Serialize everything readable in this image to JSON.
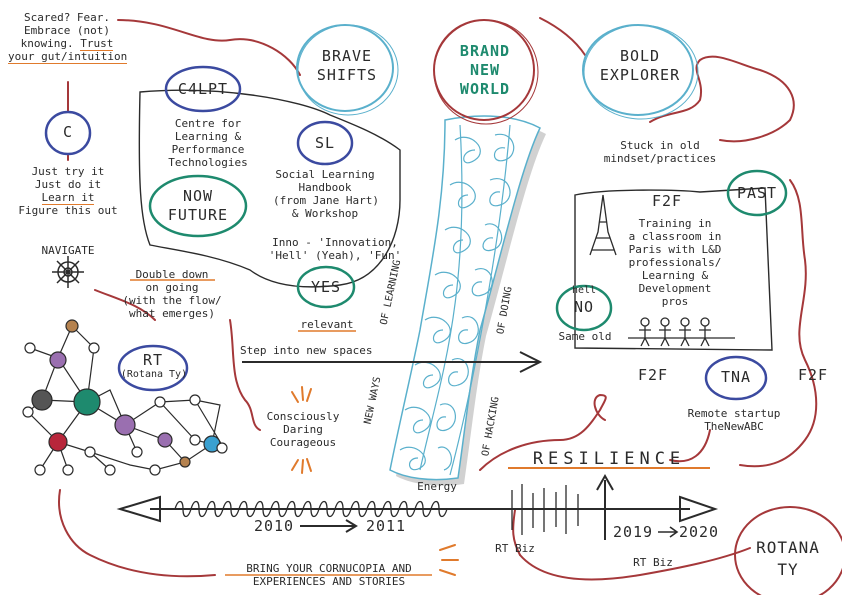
{
  "bubbles": {
    "brave": [
      "BRAVE",
      "SHIFTS"
    ],
    "brand": [
      "BRAND",
      "NEW",
      "WORLD"
    ],
    "bold": [
      "BOLD",
      "EXPLORER"
    ],
    "c4lpt": "C4LPT",
    "c": "C",
    "sl": "SL",
    "now_future": [
      "NOW",
      "FUTURE"
    ],
    "yes": "YES",
    "rt": "RT",
    "rt_sub": "(Rotana Ty)",
    "past": "PAST",
    "no": "NO",
    "no_small": "hell",
    "tna": "TNA"
  },
  "left_notes": {
    "scared": [
      "Scared? Fear.",
      "Embrace (not)",
      "knowing."
    ],
    "trust": "Trust",
    "gut": "your gut/intuition",
    "just_try": "Just try it",
    "just_do": "Just do it",
    "learn_it": "Learn it",
    "figure": "Figure this out",
    "navigate": "NAVIGATE",
    "double_down": "Double down",
    "on_going": [
      "on going",
      "(with the flow/",
      "what emerges)"
    ]
  },
  "c4lpt_box": {
    "desc": [
      "Centre for",
      "Learning &",
      "Performance",
      "Technologies"
    ],
    "sl_desc": [
      "Social Learning",
      "Handbook",
      "(from Jane Hart)",
      "& Workshop"
    ],
    "inno": [
      "Inno - 'Innovation,",
      "'Hell' (Yeah), 'Fun'"
    ],
    "relevant": "relevant"
  },
  "middle": {
    "step_into": "Step into new spaces",
    "conscious": [
      "Consciously",
      "Daring",
      "Courageous"
    ],
    "new_ways": "NEW WAYS",
    "of_learning": "OF LEARNING",
    "of_doing": "OF DOING",
    "of_hacking": "OF HACKING",
    "energy": "Energy"
  },
  "right": {
    "stuck": [
      "Stuck in old",
      "mindset/practices"
    ],
    "f2f_title": "F2F",
    "training": [
      "Training in",
      "a classroom in",
      "Paris with L&D",
      "professionals/",
      "Learning &",
      "Development",
      "pros"
    ],
    "same_old": "Same old",
    "f2f_left": "F2F",
    "f2f_right": "F2F",
    "remote": [
      "Remote startup",
      "TheNewABC"
    ]
  },
  "timeline": {
    "resilience": "RESILIENCE",
    "from_year": "2010",
    "to_year": "2011",
    "end_year_a": "2019",
    "end_year_b": "2020",
    "rt_biz_1": "RT Biz",
    "rt_biz_2": "RT Biz"
  },
  "bottom": {
    "bring": [
      "BRING YOUR CORNUCOPIA AND",
      "EXPERIENCES AND STORIES"
    ],
    "author": [
      "ROTANA",
      "TY"
    ]
  },
  "colors": {
    "blue": "#3b4aa0",
    "teal": "#1e8a6e",
    "red": "#a5383a",
    "cyan": "#5ab0cc",
    "orange": "#e07a2c",
    "ink": "#2b2b2b"
  }
}
